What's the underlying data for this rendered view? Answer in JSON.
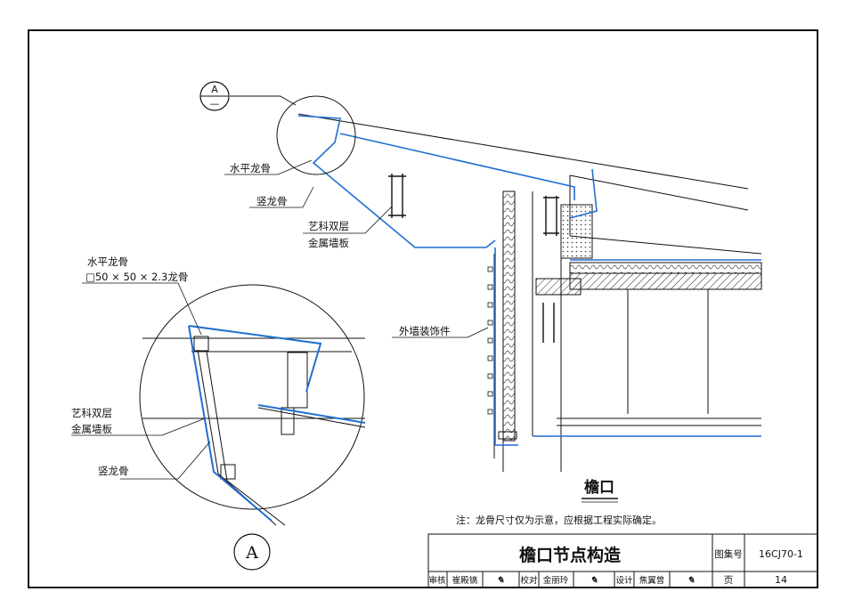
{
  "labels": {
    "callout_top_num": "A",
    "callout_top_sheet": "—",
    "horizontal_keel_top": "水平龙骨",
    "vertical_keel_top": "竖龙骨",
    "panel_top_line1": "艺科双层",
    "panel_top_line2": "金属墙板",
    "wall_decor": "外墙装饰件",
    "horizontal_keel_detail": "水平龙骨",
    "keel_spec": "□50 × 50 × 2.3龙骨",
    "panel_detail_line1": "艺科双层",
    "panel_detail_line2": "金属墙板",
    "vertical_keel_detail": "竖龙骨",
    "detail_marker": "A",
    "section_title": "檐口",
    "note": "注：龙骨尺寸仅为示意，应根据工程实际确定。"
  },
  "title_block": {
    "title": "檐口节点构造",
    "atlas_label": "图集号",
    "atlas_no": "16CJ70-1",
    "page_label": "页",
    "page_no": "14",
    "review_label": "审核",
    "review_name": "崔殿镐",
    "check_label": "校对",
    "check_name": "金丽玲",
    "design_label": "设计",
    "design_name": "焦翼曾"
  },
  "colors": {
    "line": "#111111",
    "panel_blue": "#1f6fd1",
    "insulation": "#444444"
  }
}
